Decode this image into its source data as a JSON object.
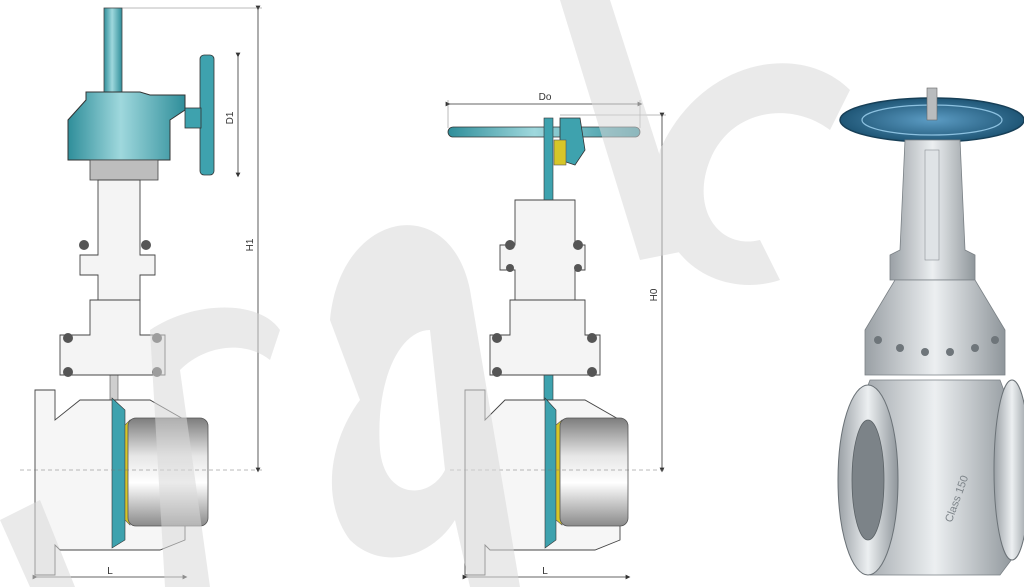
{
  "drawing_gear": {
    "labels": {
      "L": "L",
      "D1": "D1",
      "H1": "H1"
    }
  },
  "drawing_handwheel": {
    "labels": {
      "L": "L",
      "D0": "Do",
      "H0": "H0"
    }
  },
  "photo": {
    "body_marking": "Class 150"
  },
  "colors": {
    "accent_teal": "#3ea2ae",
    "accent_teal_light": "#8fd0d6",
    "yellow_seal": "#d6c628",
    "steel": "#c9cdd0",
    "handwheel_blue": "#2f6f98",
    "watermark": "#d9d9d9"
  }
}
